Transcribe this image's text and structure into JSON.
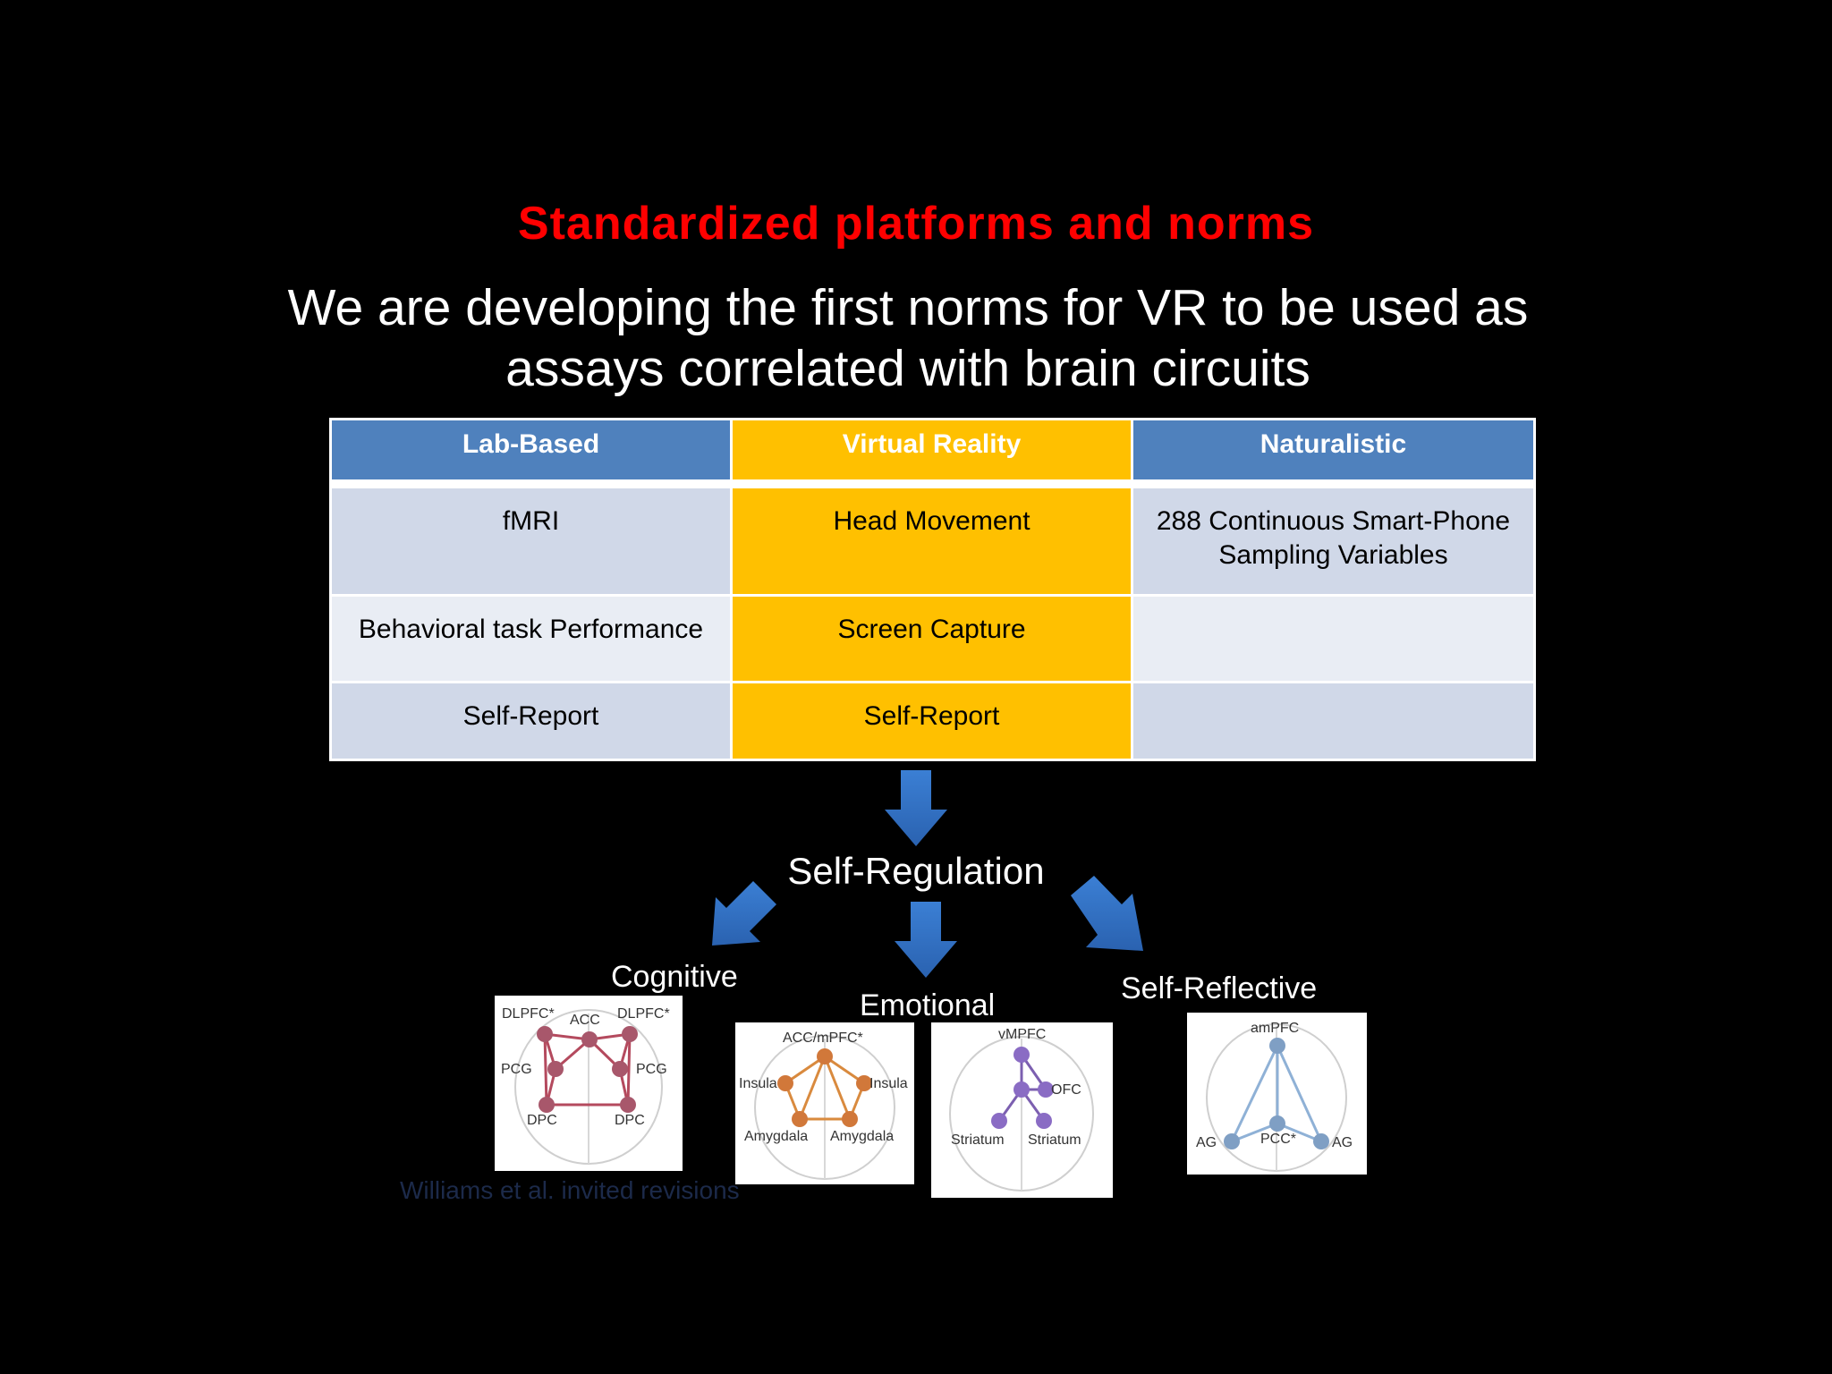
{
  "title": "Standardized platforms and norms",
  "subtitle": "We are developing the first norms for VR to be used as assays correlated with brain circuits",
  "table": {
    "headers": [
      "Lab-Based",
      "Virtual Reality",
      "Naturalistic"
    ],
    "rows": [
      [
        "fMRI",
        "Head Movement",
        "288 Continuous Smart-Phone Sampling Variables"
      ],
      [
        "Behavioral task Performance",
        "Screen Capture",
        ""
      ],
      [
        "Self-Report",
        "Self-Report",
        ""
      ]
    ]
  },
  "diagram": {
    "center": "Self-Regulation",
    "branches": [
      "Cognitive",
      "Emotional",
      "Self-Reflective"
    ]
  },
  "brains": {
    "cognitive": [
      "DLPFC*",
      "ACC",
      "DLPFC*",
      "PCG",
      "PCG",
      "DPC",
      "DPC"
    ],
    "emotional_a": [
      "ACC/mPFC*",
      "Insula",
      "Insula",
      "Amygdala",
      "Amygdala"
    ],
    "emotional_b": [
      "vMPFC",
      "OFC",
      "Striatum",
      "Striatum"
    ],
    "reflective": [
      "amPFC",
      "AG",
      "PCC*",
      "AG"
    ]
  },
  "citation": "Williams et al. invited revisions",
  "colors": {
    "title": "#ff0000",
    "header_blue": "#4f81bd",
    "vr_gold": "#ffc000",
    "arrow_blue": "#2e6dc2"
  }
}
